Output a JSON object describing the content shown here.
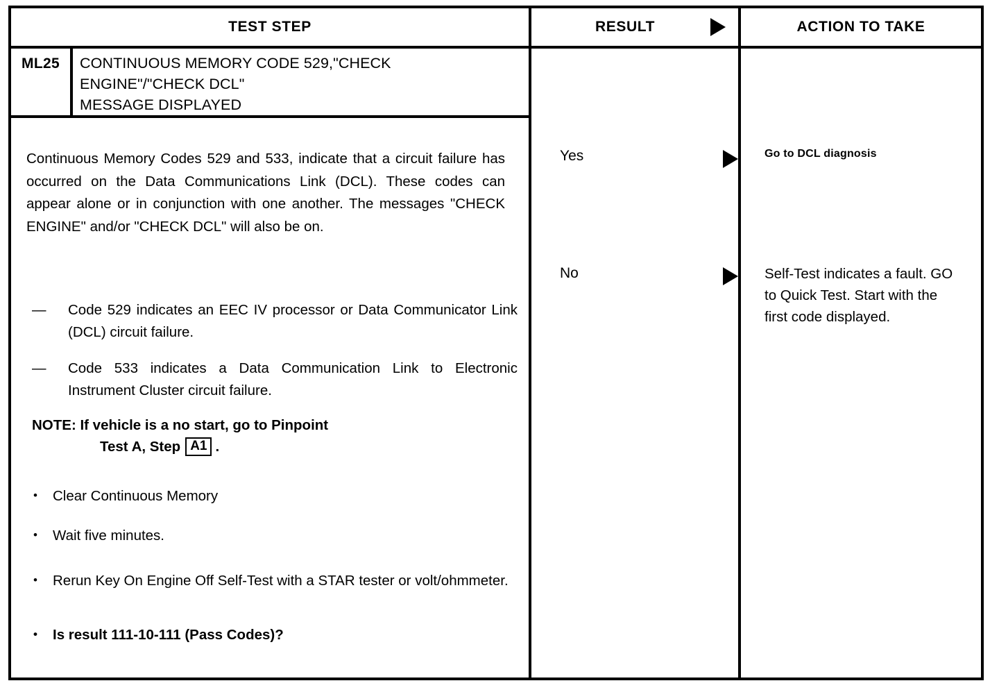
{
  "document": {
    "type": "diagnostic-test-step-table"
  },
  "header": {
    "test_step": "TEST STEP",
    "result": "RESULT",
    "action": "ACTION TO TAKE",
    "arrow_icon": "right-triangle-icon"
  },
  "step": {
    "id": "ML25",
    "title_lines": [
      "CONTINUOUS MEMORY CODE 529,\"CHECK",
      "ENGINE\"/\"CHECK DCL\"",
      "MESSAGE DISPLAYED"
    ]
  },
  "body": {
    "intro": "Continuous Memory Codes 529 and 533, indicate that a circuit failure has occurred on the Data Communications Link (DCL). These codes can appear alone or in conjunction with one another. The messages \"CHECK ENGINE\" and/or \"CHECK DCL\" will also be on.",
    "dash_marker": "—",
    "dash_items": [
      "Code 529 indicates an EEC IV processor or Data Communicator Link (DCL) circuit failure.",
      "Code 533 indicates a Data Communication Link to Electronic Instrument Cluster circuit failure."
    ],
    "note": {
      "line1": "NOTE: If vehicle is a no start, go to Pinpoint",
      "line2_before": "Test A, Step",
      "boxed_ref": "A1",
      "line2_after": "."
    },
    "bullet_marker": "•",
    "bullets": [
      {
        "text": "Clear Continuous Memory",
        "bold": false
      },
      {
        "text": "Wait five minutes.",
        "bold": false
      },
      {
        "text": "Rerun Key On Engine Off Self-Test with a STAR tester or volt/ohmmeter.",
        "bold": false
      },
      {
        "text": "Is result 111-10-111 (Pass Codes)?",
        "bold": true
      }
    ]
  },
  "outcomes": [
    {
      "result": "Yes",
      "arrow_icon": "right-triangle-icon",
      "action": "Go to DCL diagnosis"
    },
    {
      "result": "No",
      "arrow_icon": "right-triangle-icon",
      "action": "Self-Test indicates a fault. GO to Quick Test. Start with the first code displayed."
    }
  ],
  "colors": {
    "ink": "#000000",
    "paper": "#ffffff"
  }
}
